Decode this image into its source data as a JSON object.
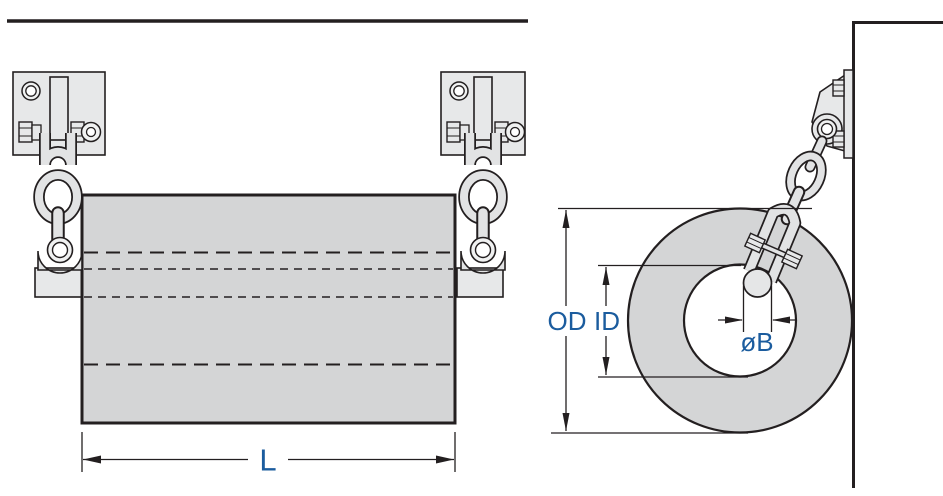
{
  "diagram": {
    "labels": {
      "length": "L",
      "outer_diameter": "OD",
      "inner_diameter": "ID",
      "bore_diameter": "øB"
    },
    "colors": {
      "outline": "#231f20",
      "fender_gray": "#d4d5d6",
      "hardware_gray": "#e7e8e9",
      "chain_gray": "#e2e3e4",
      "dimension_blue": "#1b5c9e"
    }
  }
}
